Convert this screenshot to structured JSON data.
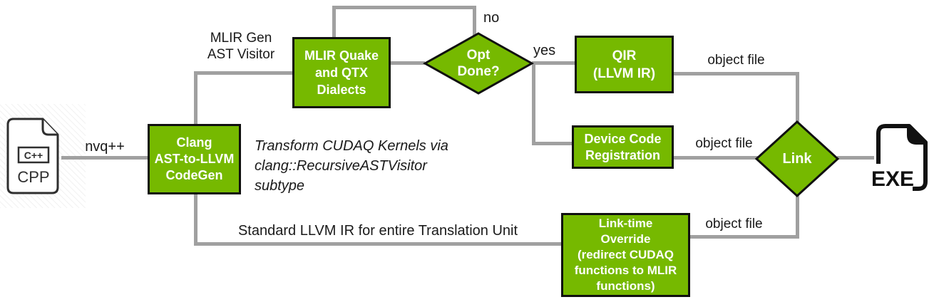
{
  "nodes": {
    "cpp_icon": {
      "badge": "C++",
      "label": "CPP"
    },
    "clang": {
      "lines": [
        "Clang",
        "AST-to-LLVM",
        "CodeGen"
      ]
    },
    "mlir": {
      "lines": [
        "MLIR Quake",
        "and QTX",
        "Dialects"
      ]
    },
    "opt": {
      "lines": [
        "Opt",
        "Done?"
      ]
    },
    "qir": {
      "lines": [
        "QIR",
        "(LLVM IR)"
      ]
    },
    "device": {
      "lines": [
        "Device Code",
        "Registration"
      ]
    },
    "override": {
      "lines": [
        "Link-time",
        "Override",
        "(redirect CUDAQ",
        "functions to MLIR",
        "functions)"
      ]
    },
    "link": {
      "label": "Link"
    },
    "exe_icon": {
      "label": "EXE"
    }
  },
  "labels": {
    "nvqpp": "nvq++",
    "mlir_gen_line1": "MLIR Gen",
    "mlir_gen_line2": "AST Visitor",
    "no": "no",
    "yes": "yes",
    "object_file_top": "object file",
    "object_file_mid": "object file",
    "object_file_bottom": "object file",
    "note_line1": "Transform CUDAQ Kernels via",
    "note_line2": "clang::RecursiveASTVisitor",
    "note_line3": "subtype",
    "standard_llvm": "Standard LLVM IR for entire Translation Unit"
  },
  "colors": {
    "node_green": "#76b900",
    "line_gray": "#a0a0a0",
    "border_black": "#101010",
    "text_white": "#ffffff",
    "text_black": "#1a1a1a"
  }
}
